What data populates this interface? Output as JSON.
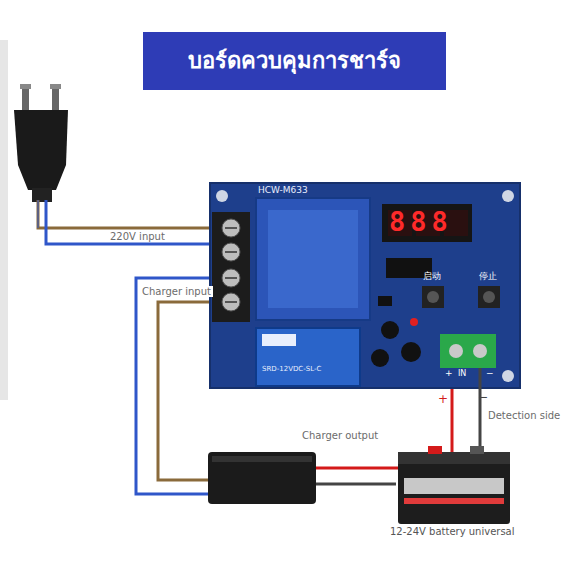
{
  "diagram": {
    "title": "บอร์ดควบคุมการชาร์จ",
    "nodes": [
      {
        "text": [
          "HCW-M633"
        ]
      },
      {
        "text": [
          "12-24V battery universal"
        ]
      }
    ],
    "edges": [
      {
        "from": 0,
        "to": 1,
        "arrow": "none",
        "label": "Detection side"
      }
    ],
    "labels": [
      "220V input",
      "Charger input",
      "Charger output",
      "888",
      "启动",
      "停止",
      "SRD-12VDC-SL-C",
      "+",
      "IN",
      "−",
      "+",
      "−"
    ]
  }
}
